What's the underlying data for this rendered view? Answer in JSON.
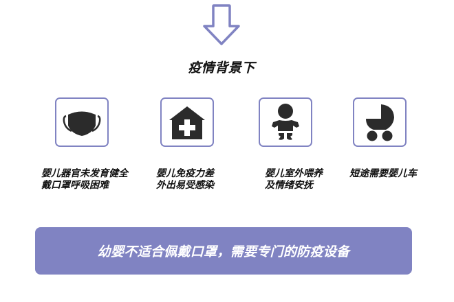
{
  "colors": {
    "accent": "#8083c2",
    "icon_fill": "#2b2b2b",
    "text": "#111111",
    "banner_text": "#ffffff"
  },
  "arrow": {
    "icon": "down-arrow-icon",
    "direction": "down"
  },
  "title": "疫情背景下",
  "items": [
    {
      "icon": "face-mask-icon",
      "caption": "婴儿器官未发育健全\n戴口罩呼吸困难"
    },
    {
      "icon": "hospital-icon",
      "caption": "婴儿免疫力差\n外出易受感染"
    },
    {
      "icon": "baby-icon",
      "caption": "婴儿室外喂养\n及情绪安抚"
    },
    {
      "icon": "stroller-icon",
      "caption": "短途需要婴儿车"
    }
  ],
  "banner": {
    "text": "幼婴不适合佩戴口罩，需要专门的防疫设备"
  }
}
